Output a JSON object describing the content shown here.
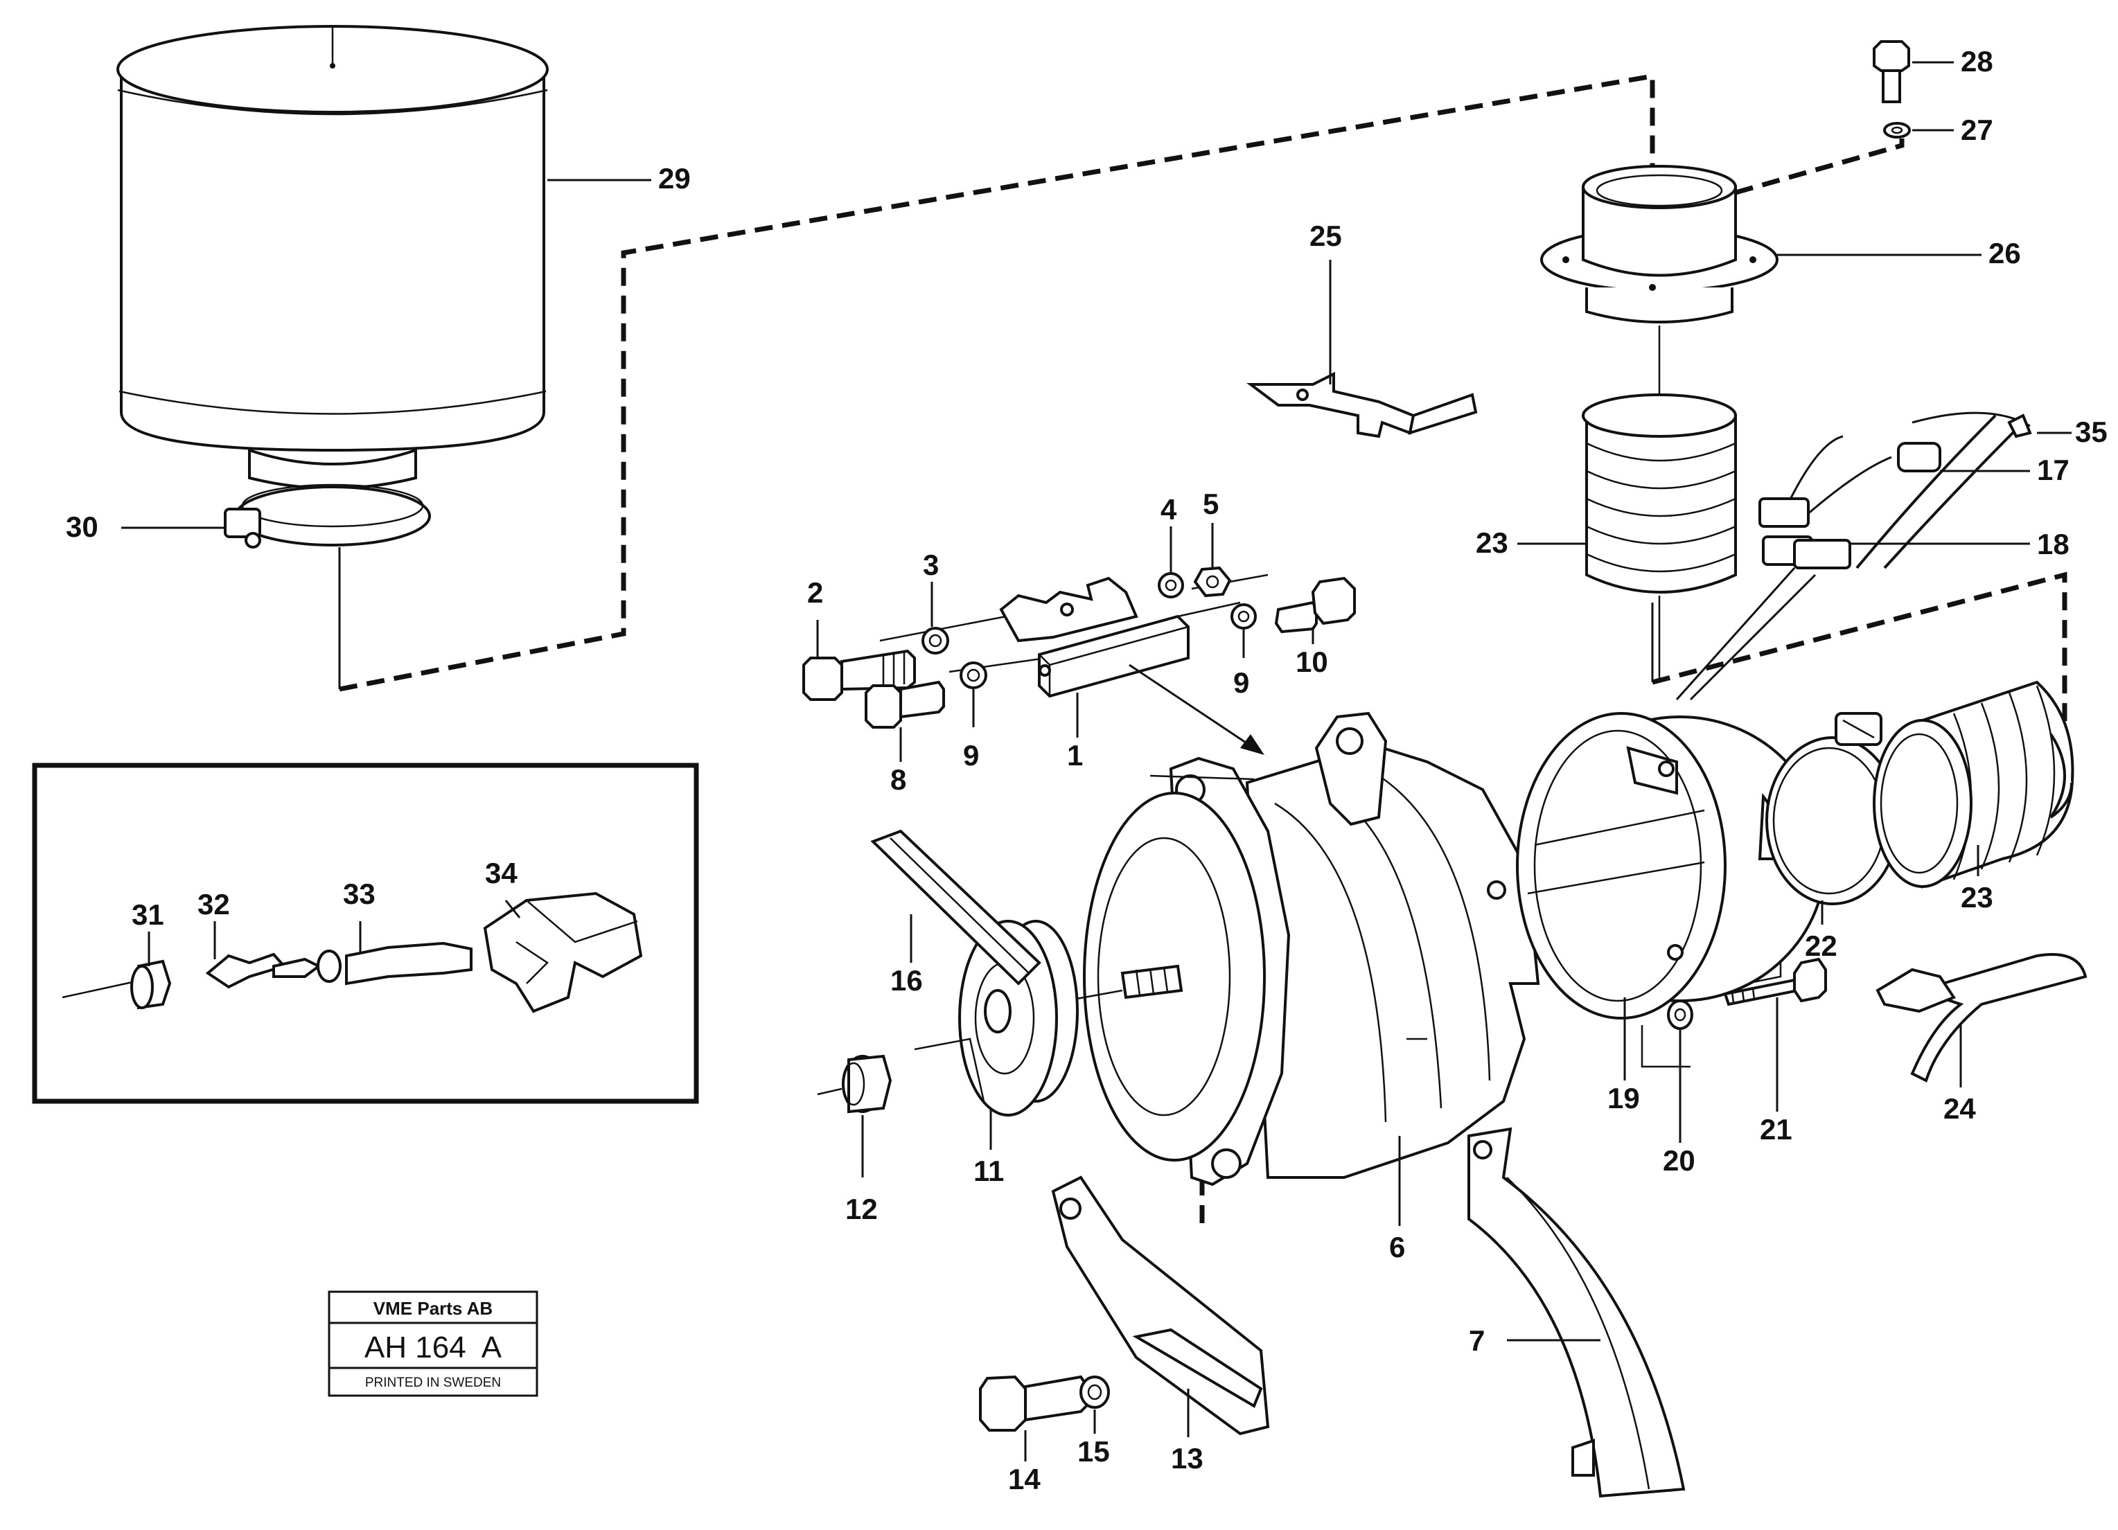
{
  "callouts": {
    "c1": "1",
    "c2": "2",
    "c3": "3",
    "c4": "4",
    "c5": "5",
    "c6": "6",
    "c7": "7",
    "c8": "8",
    "c9a": "9",
    "c9b": "9",
    "c10": "10",
    "c11": "11",
    "c12": "12",
    "c13": "13",
    "c14": "14",
    "c15": "15",
    "c16": "16",
    "c17": "17",
    "c18": "18",
    "c19": "19",
    "c20": "20",
    "c21": "21",
    "c22": "22",
    "c23a": "23",
    "c23b": "23",
    "c24": "24",
    "c25": "25",
    "c26": "26",
    "c27": "27",
    "c28": "28",
    "c29": "29",
    "c30": "30",
    "c31": "31",
    "c32": "32",
    "c33": "33",
    "c34": "34",
    "c35": "35"
  },
  "stamp": {
    "company": "VME Parts AB",
    "code": "AH 164  A",
    "printed": "PRINTED IN SWEDEN"
  }
}
